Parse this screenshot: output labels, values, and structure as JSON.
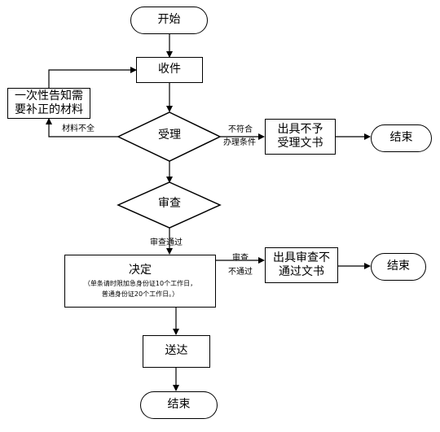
{
  "flow": {
    "start": "开始",
    "receive": "收件",
    "notify": "一次性告知需要补正的材料",
    "accept": "受理",
    "acceptNo": "出具不予受理文书",
    "end1": "结束",
    "review": "审查",
    "reviewNo": "出具审查不通过文书",
    "end2": "结束",
    "decide": "决定",
    "decideNote1": "（单条请时限加急身份证10个工作日，",
    "decideNote2": "普通身份证20个工作日。）",
    "deliver": "送达",
    "end3": "结束"
  },
  "edges": {
    "incomplete": "材料不全",
    "notEligible1": "不符合",
    "notEligible2": "办理条件",
    "reviewPass": "审查通过",
    "reviewFail1": "审查",
    "reviewFail2": "不通过"
  }
}
